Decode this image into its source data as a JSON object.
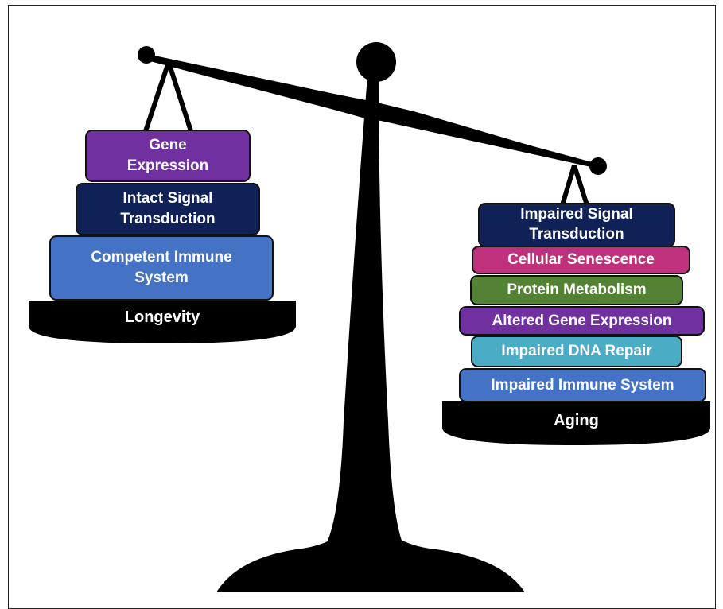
{
  "colors": {
    "gene_expression": "#7030a0",
    "signal_transduction": "#0f2156",
    "immune_system": "#4472c4",
    "cellular_senescence": "#c0317b",
    "protein_metabolism": "#548235",
    "altered_gene_expression": "#7030a0",
    "dna_repair": "#4bacc6",
    "scale": "#000000"
  },
  "left_pan": {
    "label": "Longevity",
    "blocks": [
      {
        "line1": "Gene",
        "line2": "Expression"
      },
      {
        "line1": "Intact Signal",
        "line2": "Transduction"
      },
      {
        "line1": "Competent Immune",
        "line2": "System"
      }
    ]
  },
  "right_pan": {
    "label": "Aging",
    "blocks": [
      {
        "line1": "Impaired Signal",
        "line2": "Transduction"
      },
      {
        "text": "Cellular Senescence"
      },
      {
        "text": "Protein Metabolism"
      },
      {
        "text": "Altered Gene Expression"
      },
      {
        "text": "Impaired DNA Repair"
      },
      {
        "text": "Impaired Immune System"
      }
    ]
  }
}
